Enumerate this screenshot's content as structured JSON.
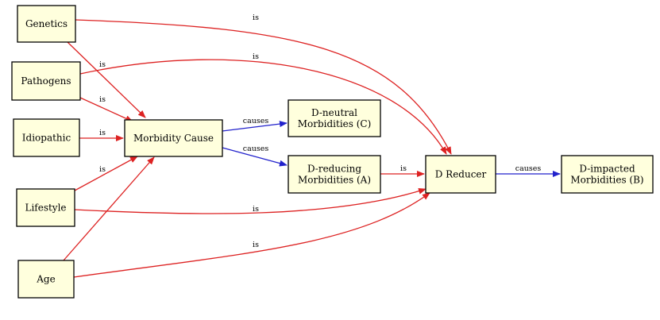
{
  "colors": {
    "node_fill": "#ffffdd",
    "node_border": "#000000",
    "is_edge": "#dd2222",
    "causes_edge": "#2222cc"
  },
  "nodes": {
    "genetics": {
      "label": [
        "Genetics"
      ]
    },
    "pathogens": {
      "label": [
        "Pathogens"
      ]
    },
    "idiopathic": {
      "label": [
        "Idiopathic"
      ]
    },
    "lifestyle": {
      "label": [
        "Lifestyle"
      ]
    },
    "age": {
      "label": [
        "Age"
      ]
    },
    "morbidity_cause": {
      "label": [
        "Morbidity Cause"
      ]
    },
    "d_neutral": {
      "label": [
        "D-neutral",
        "Morbidities (C)"
      ]
    },
    "d_reducing": {
      "label": [
        "D-reducing",
        "Morbidities (A)"
      ]
    },
    "d_reducer": {
      "label": [
        "D Reducer"
      ]
    },
    "d_impacted": {
      "label": [
        "D-impacted",
        "Morbidities (B)"
      ]
    }
  },
  "edges": [
    {
      "id": "genetics-morbidity",
      "from": "genetics",
      "to": "morbidity_cause",
      "label": "is",
      "kind": "is"
    },
    {
      "id": "pathogens-morbidity",
      "from": "pathogens",
      "to": "morbidity_cause",
      "label": "is",
      "kind": "is"
    },
    {
      "id": "idiopathic-morbidity",
      "from": "idiopathic",
      "to": "morbidity_cause",
      "label": "is",
      "kind": "is"
    },
    {
      "id": "lifestyle-morbidity",
      "from": "lifestyle",
      "to": "morbidity_cause",
      "label": "is",
      "kind": "is"
    },
    {
      "id": "age-morbidity",
      "from": "age",
      "to": "morbidity_cause",
      "label": "",
      "kind": "is"
    },
    {
      "id": "genetics-reducer",
      "from": "genetics",
      "to": "d_reducer",
      "label": "is",
      "kind": "is"
    },
    {
      "id": "pathogens-reducer",
      "from": "pathogens",
      "to": "d_reducer",
      "label": "is",
      "kind": "is"
    },
    {
      "id": "lifestyle-reducer",
      "from": "lifestyle",
      "to": "d_reducer",
      "label": "is",
      "kind": "is"
    },
    {
      "id": "age-reducer",
      "from": "age",
      "to": "d_reducer",
      "label": "is",
      "kind": "is"
    },
    {
      "id": "morbidity-neutral",
      "from": "morbidity_cause",
      "to": "d_neutral",
      "label": "causes",
      "kind": "causes"
    },
    {
      "id": "morbidity-reducing",
      "from": "morbidity_cause",
      "to": "d_reducing",
      "label": "causes",
      "kind": "causes"
    },
    {
      "id": "reducing-reducer",
      "from": "d_reducing",
      "to": "d_reducer",
      "label": "is",
      "kind": "is"
    },
    {
      "id": "reducer-impacted",
      "from": "d_reducer",
      "to": "d_impacted",
      "label": "causes",
      "kind": "causes"
    }
  ]
}
